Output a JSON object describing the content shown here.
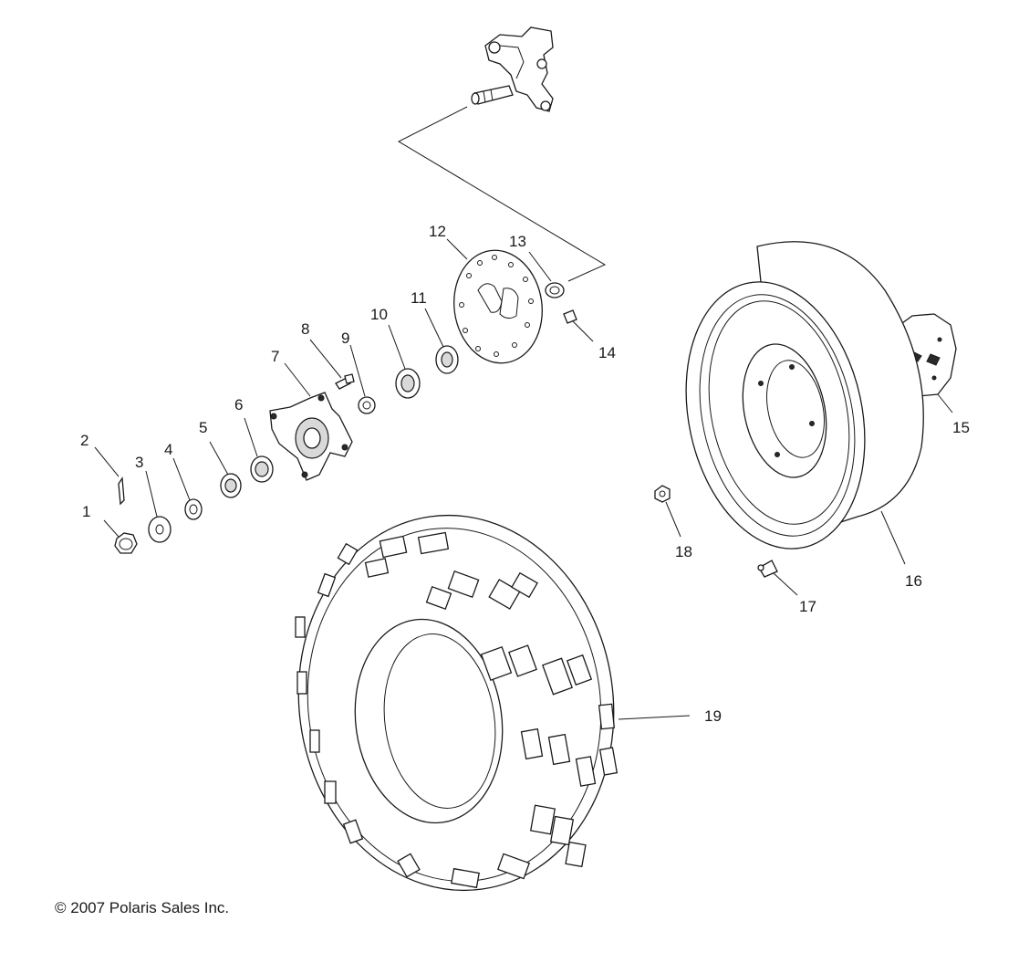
{
  "diagram": {
    "callouts": [
      {
        "id": "1",
        "text": "1"
      },
      {
        "id": "2",
        "text": "2"
      },
      {
        "id": "3",
        "text": "3"
      },
      {
        "id": "4",
        "text": "4"
      },
      {
        "id": "5",
        "text": "5"
      },
      {
        "id": "6",
        "text": "6"
      },
      {
        "id": "7",
        "text": "7"
      },
      {
        "id": "8",
        "text": "8"
      },
      {
        "id": "9",
        "text": "9"
      },
      {
        "id": "10",
        "text": "10"
      },
      {
        "id": "11",
        "text": "11"
      },
      {
        "id": "12",
        "text": "12"
      },
      {
        "id": "13",
        "text": "13"
      },
      {
        "id": "14",
        "text": "14"
      },
      {
        "id": "15",
        "text": "15"
      },
      {
        "id": "16",
        "text": "16"
      },
      {
        "id": "17",
        "text": "17"
      },
      {
        "id": "18",
        "text": "18"
      },
      {
        "id": "19",
        "text": "19"
      }
    ],
    "copyright": "© 2007 Polaris Sales Inc."
  }
}
